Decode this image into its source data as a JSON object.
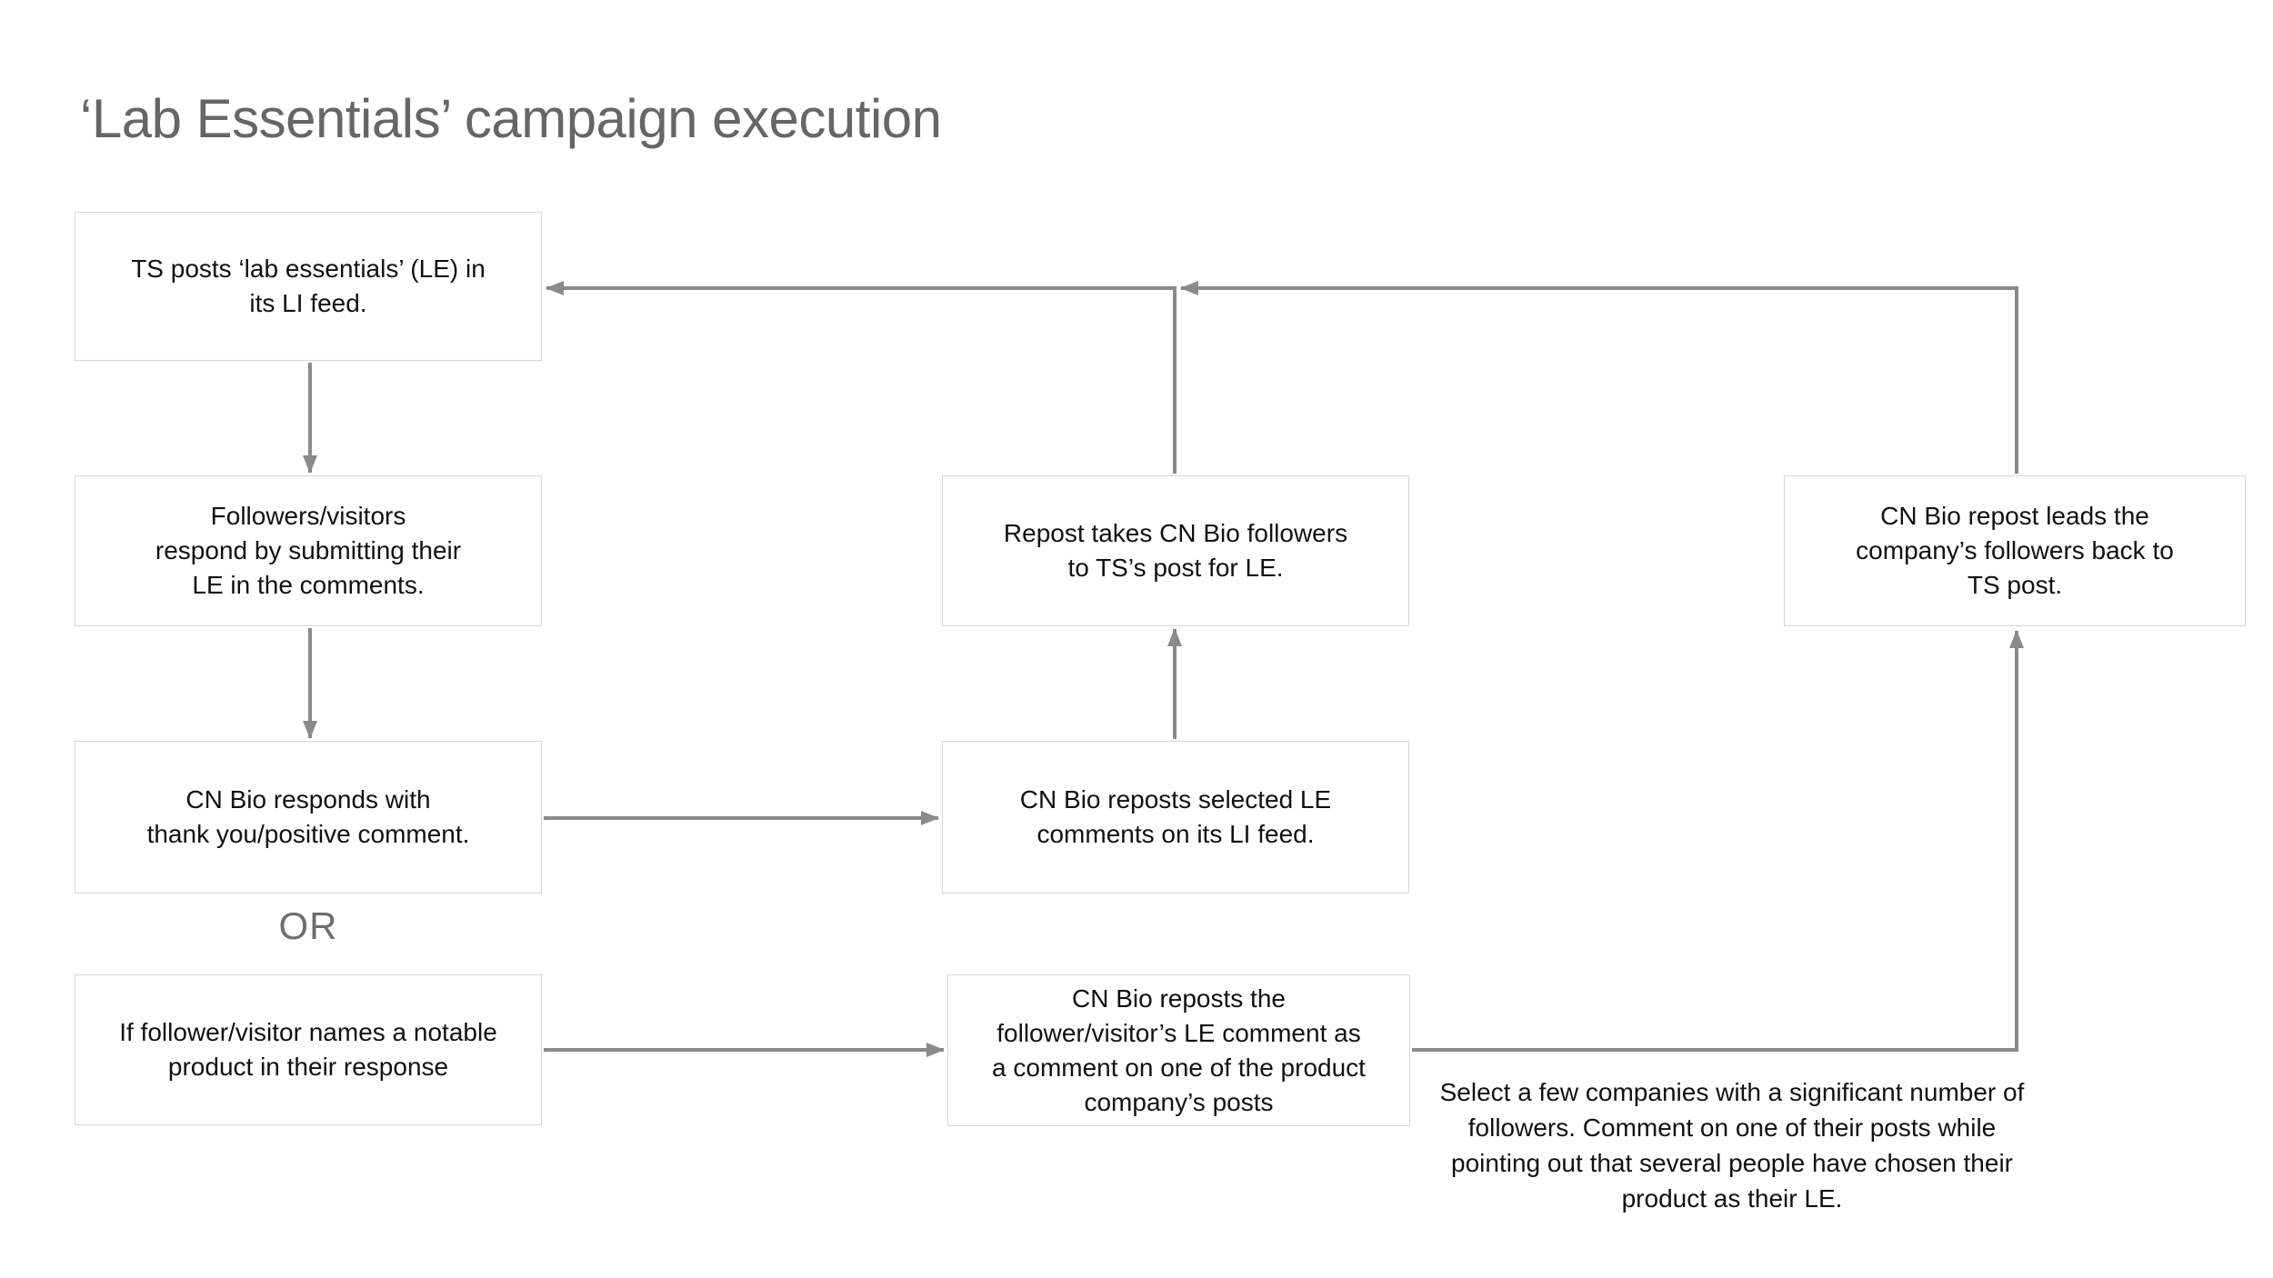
{
  "title": "‘Lab Essentials’ campaign execution",
  "or_label": "OR",
  "boxes": {
    "ts_posts": {
      "label": "TS posts ‘lab essentials’ (LE) in\nits LI feed."
    },
    "followers": {
      "label": "Followers/visitors\nrespond by submitting their\nLE in the comments."
    },
    "cnbio_responds": {
      "label": "CN Bio responds with\nthank you/positive comment."
    },
    "names_product": {
      "label": "If follower/visitor names a notable\nproduct in their response"
    },
    "repost_takes": {
      "label": "Repost takes CN Bio followers\nto TS’s post for LE."
    },
    "reposts_selected": {
      "label": "CN Bio reposts selected LE\ncomments on its LI feed."
    },
    "reposts_comment": {
      "label": "CN Bio reposts the\nfollower/visitor’s LE comment as\na comment on one of the product\ncompany’s posts"
    },
    "leads_back": {
      "label": "CN Bio repost leads the\ncompany’s followers back to\nTS post."
    }
  },
  "note": {
    "text": "Select a few companies with a significant number of\nfollowers. Comment on one of their posts while\npointing out that several people have chosen their\nproduct as their LE."
  },
  "colors": {
    "arrow": "#8a8a8a",
    "box_border": "#d7d7d7",
    "box_fill": "#ffffff",
    "title": "#666666",
    "or_label": "#6e6e6e",
    "body_text": "#111111"
  }
}
